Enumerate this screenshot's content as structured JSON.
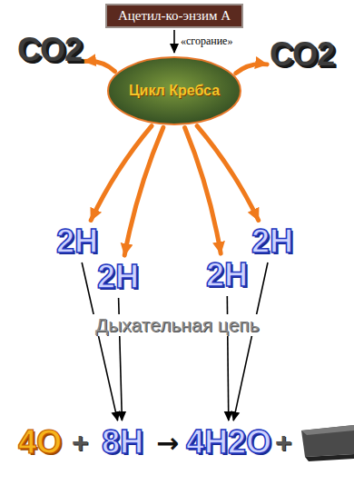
{
  "diagram": {
    "nodes": [
      {
        "text": [
          "Ацетил-ко-энзим А"
        ]
      },
      {
        "text": [
          "CO2"
        ]
      },
      {
        "text": [
          "Цикл Кребса"
        ]
      },
      {
        "text": [
          "CO2"
        ]
      },
      {
        "text": [
          "2H"
        ]
      },
      {
        "text": [
          "2H"
        ]
      },
      {
        "text": [
          "2H"
        ]
      },
      {
        "text": [
          "2H"
        ]
      },
      {
        "text": [
          "8H"
        ]
      },
      {
        "text": [
          "4H2O"
        ]
      }
    ],
    "edges": [
      {
        "from": 0,
        "to": 2,
        "arrow": "to"
      },
      {
        "from": 2,
        "to": 1,
        "arrow": "to"
      },
      {
        "from": 2,
        "to": 3,
        "arrow": "to"
      },
      {
        "from": 2,
        "to": 4,
        "arrow": "to"
      },
      {
        "from": 2,
        "to": 5,
        "arrow": "to"
      },
      {
        "from": 2,
        "to": 6,
        "arrow": "to"
      },
      {
        "from": 2,
        "to": 7,
        "arrow": "to"
      },
      {
        "from": 4,
        "to": 8,
        "arrow": "to"
      },
      {
        "from": 5,
        "to": 8,
        "arrow": "to"
      },
      {
        "from": 6,
        "to": 9,
        "arrow": "to"
      },
      {
        "from": 7,
        "to": 9,
        "arrow": "to"
      }
    ],
    "labels": [
      "«сгорание»",
      "Дыхательная цепь",
      "4O",
      "+",
      "→",
      "+"
    ]
  }
}
